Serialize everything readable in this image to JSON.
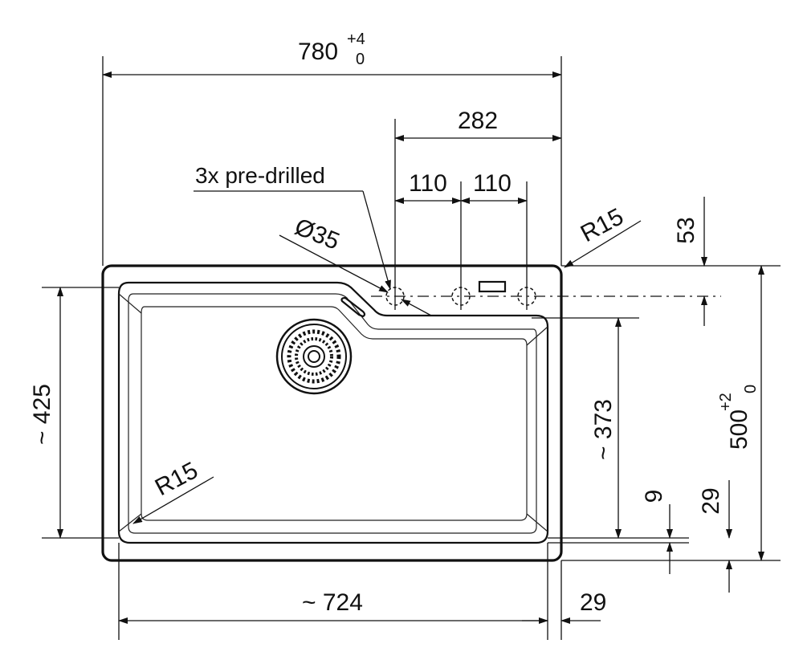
{
  "drawing": {
    "overall_width": {
      "value": "780",
      "tol_upper": "+4",
      "tol_lower": "0"
    },
    "overall_depth": {
      "value": "500",
      "tol_upper": "+2",
      "tol_lower": "0"
    },
    "holes_offset": "282",
    "hole_spacing_1": "110",
    "hole_spacing_2": "110",
    "hole_note": "3x pre-drilled",
    "hole_diameter": "Ø35",
    "corner_radius_outer": "R15",
    "corner_radius_inner": "R15",
    "top_margin": "53",
    "bowl_depth_left": "~ 425",
    "bowl_depth_right": "~ 373",
    "bowl_width": "~ 724",
    "side_margin": "29",
    "bottom_gap_inner": "9",
    "bottom_margin": "29"
  }
}
